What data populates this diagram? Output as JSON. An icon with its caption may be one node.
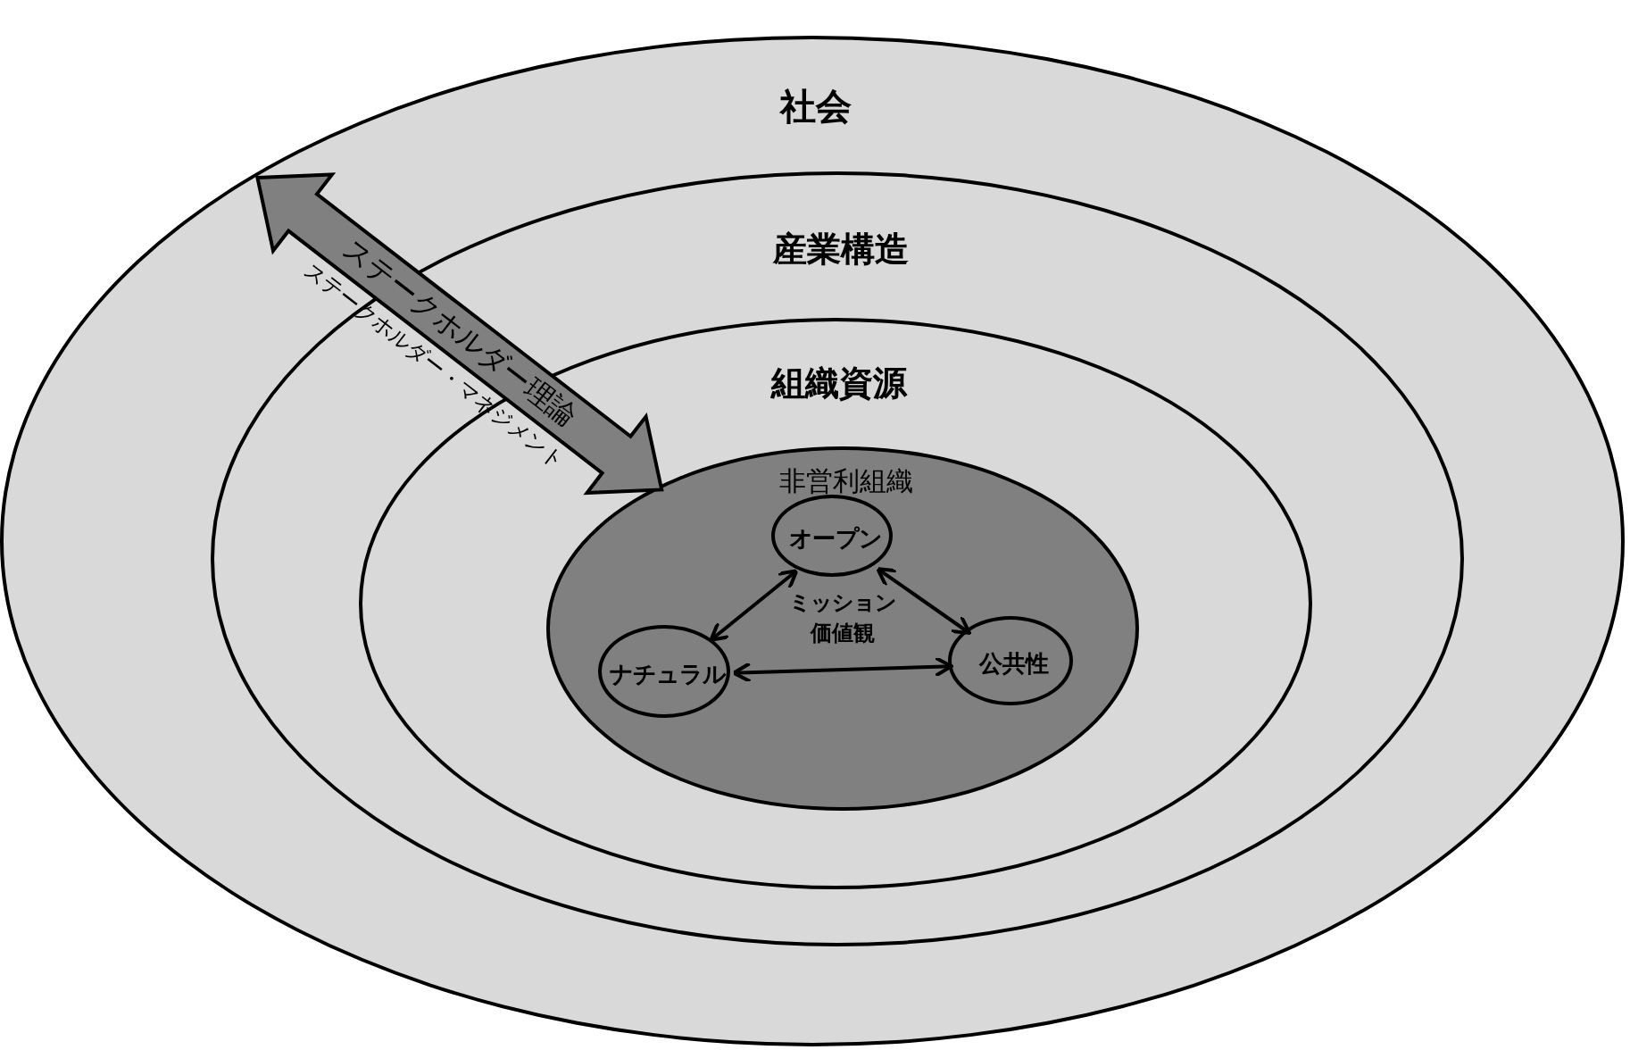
{
  "diagram": {
    "nodes": [
      {
        "text": [
          "社会"
        ]
      },
      {
        "text": [
          "産業構造"
        ],
        "in": 0
      },
      {
        "text": [
          "組織資源"
        ],
        "in": 1
      },
      {
        "text": [
          "非営利組織"
        ],
        "in": 2
      },
      {
        "text": [
          "オープン"
        ],
        "in": 3
      },
      {
        "text": [
          "ナチュラル"
        ],
        "in": 3
      },
      {
        "text": [
          "公共性"
        ],
        "in": 3
      }
    ],
    "edges": [
      {
        "from": 4,
        "to": 5,
        "arrow": "both"
      },
      {
        "from": 4,
        "to": 6,
        "arrow": "both"
      },
      {
        "from": 5,
        "to": 6,
        "arrow": "both"
      },
      {
        "from": 0,
        "to": 3,
        "arrow": "both",
        "label": "ステークホルダー理論",
        "style": "thick",
        "color": "#808080"
      }
    ],
    "labels": [
      "ステークホルダー・マネジメント",
      "ミッション",
      "価値観"
    ]
  }
}
